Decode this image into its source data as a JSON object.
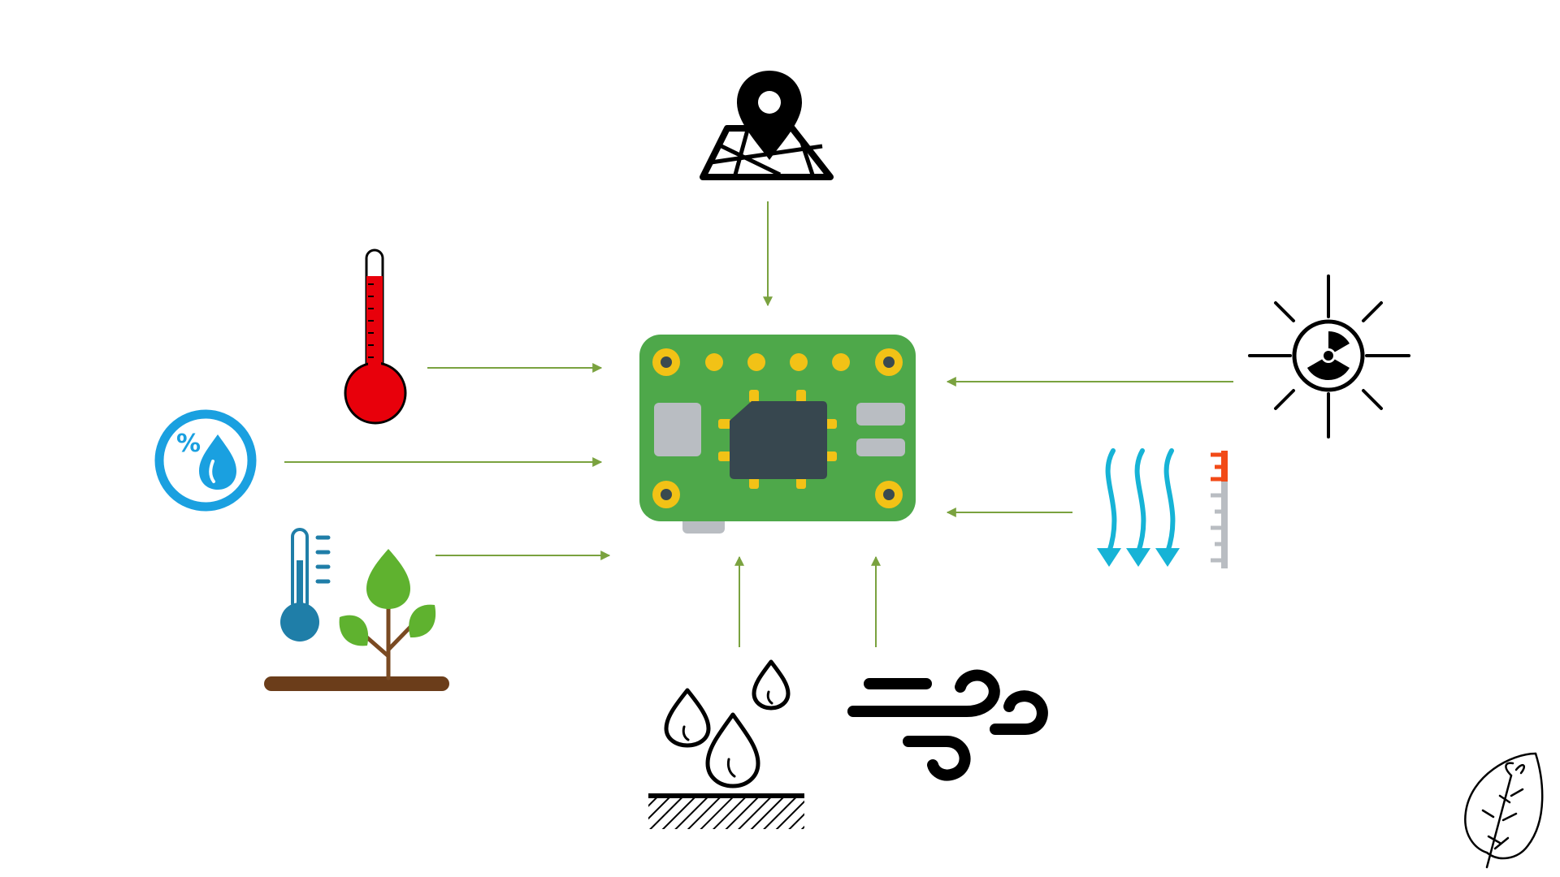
{
  "diagram": {
    "accent_color": "#7aa23f",
    "center": {
      "name": "microcontroller-board",
      "icon": "circuit-board-icon"
    },
    "inputs": [
      {
        "name": "gps-location",
        "icon": "map-pin-icon",
        "color": "#000000"
      },
      {
        "name": "air-temperature",
        "icon": "thermometer-icon",
        "color": "#e8000b"
      },
      {
        "name": "humidity",
        "icon": "humidity-percent-drop-icon",
        "color": "#1aa0e0"
      },
      {
        "name": "soil-temperature",
        "icon": "soil-thermometer-plant-icon",
        "color": "#1f7ea8"
      },
      {
        "name": "solar-radiation",
        "icon": "sun-radiation-icon",
        "color": "#000000"
      },
      {
        "name": "rainfall-gauge",
        "icon": "rain-gauge-icon",
        "color": "#16b3d6"
      },
      {
        "name": "soil-moisture",
        "icon": "water-drops-ground-icon",
        "color": "#000000"
      },
      {
        "name": "wind",
        "icon": "wind-icon",
        "color": "#000000"
      }
    ],
    "logo": {
      "icon": "leaf-logo-icon"
    }
  }
}
